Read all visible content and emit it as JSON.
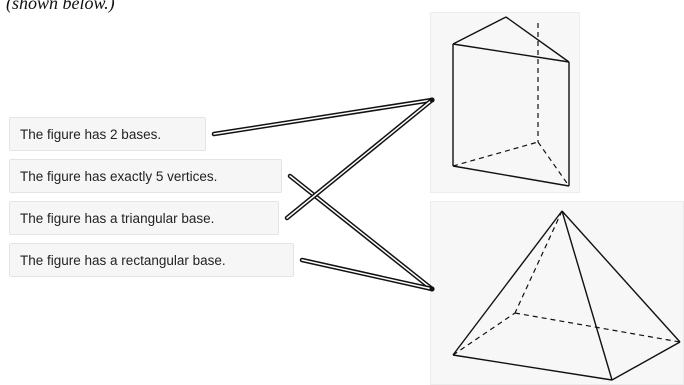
{
  "page": {
    "heading_fragment": "(shown below.)"
  },
  "statements": [
    {
      "id": "s1",
      "label": "The figure has 2 bases."
    },
    {
      "id": "s2",
      "label": "The figure has exactly 5 vertices."
    },
    {
      "id": "s3",
      "label": "The figure has a triangular base."
    },
    {
      "id": "s4",
      "label": "The figure has a rectangular base."
    }
  ],
  "figures": [
    {
      "id": "f1",
      "shape": "triangular-prism"
    },
    {
      "id": "f2",
      "shape": "rectangular-pyramid"
    }
  ],
  "connections": [
    {
      "from": "s1",
      "to": "f1"
    },
    {
      "from": "s2",
      "to": "f2"
    },
    {
      "from": "s3",
      "to": "f1"
    },
    {
      "from": "s4",
      "to": "f2"
    }
  ],
  "colors": {
    "connector": "#111111",
    "statement_background": "#f6f6f6",
    "figure_background": "#f7f7f7"
  }
}
